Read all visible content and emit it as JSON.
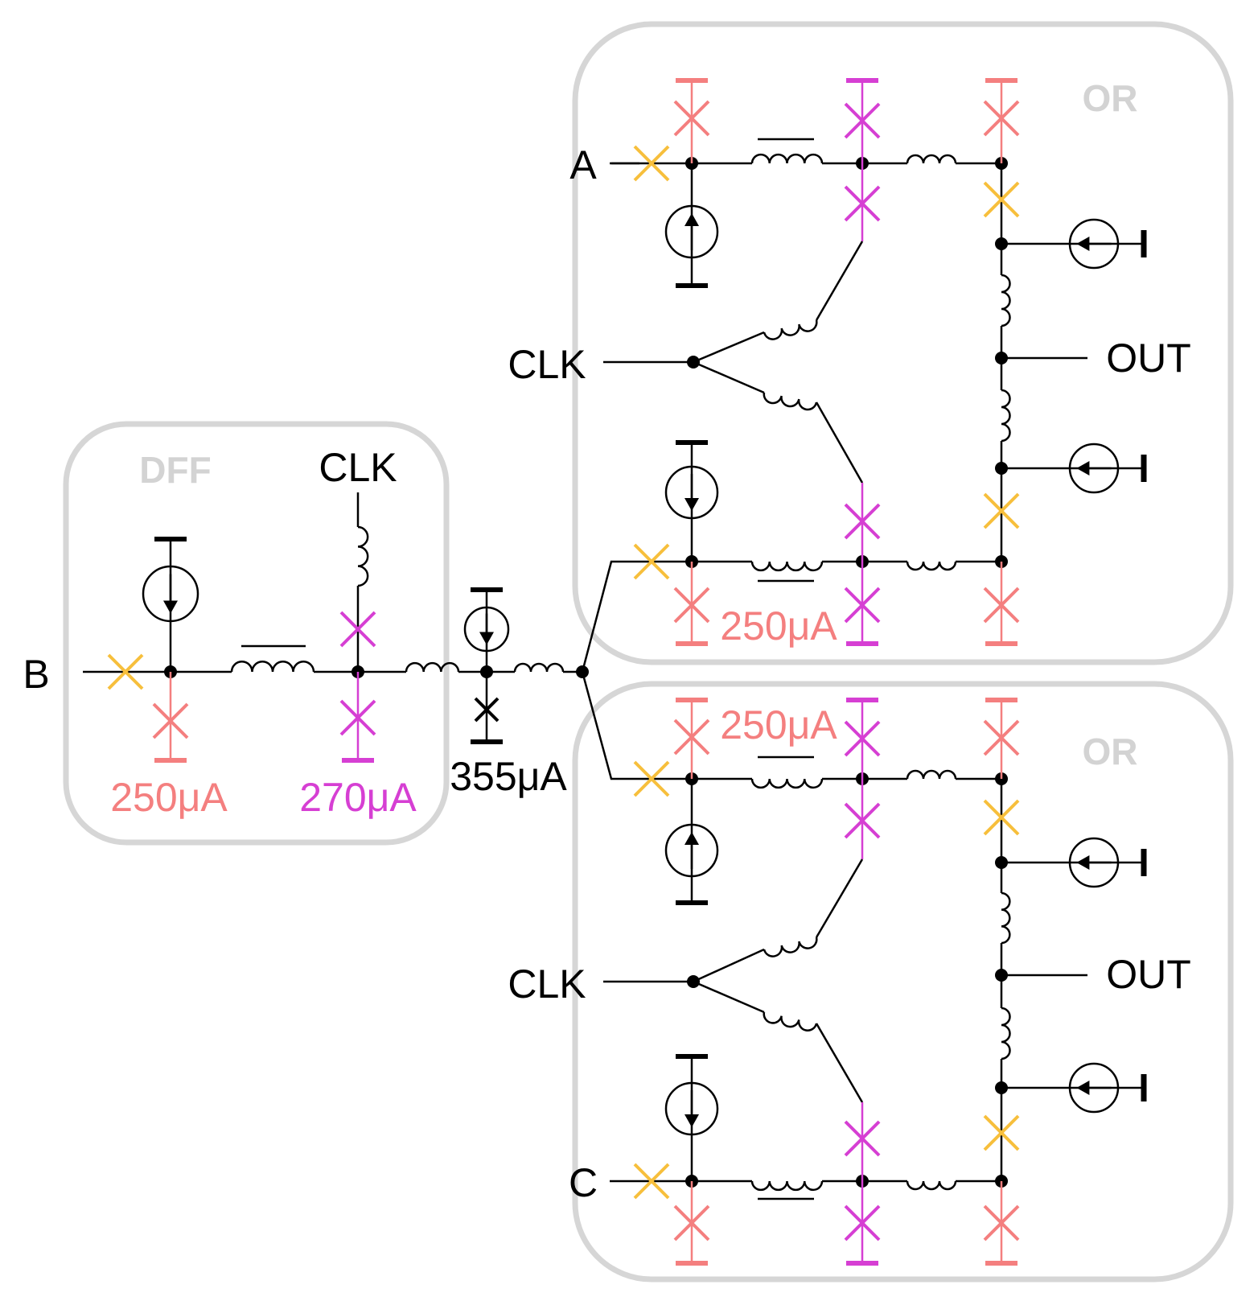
{
  "blocks": {
    "dff": "DFF",
    "or_top": "OR",
    "or_bottom": "OR"
  },
  "ports": {
    "a": "A",
    "b": "B",
    "c": "C",
    "clk_dff": "CLK",
    "clk_or_top": "CLK",
    "clk_or_bottom": "CLK",
    "out_top": "OUT",
    "out_bottom": "OUT"
  },
  "currents": {
    "dff_left": "250μA",
    "dff_right": "270μA",
    "splitter": "355μA",
    "or_top": "250μA",
    "or_bottom": "250μA"
  },
  "colors": {
    "salmon": "#f47f7f",
    "magenta": "#d63fd3",
    "yellow": "#f7bf3c",
    "wire": "#000000",
    "block_outline": "#d6d6d6"
  }
}
